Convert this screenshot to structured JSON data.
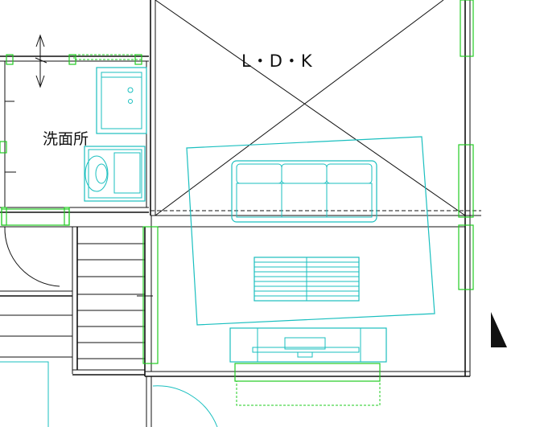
{
  "rooms": {
    "ldk": "L・D・K",
    "washroom": "洗面所"
  },
  "colors": {
    "wall": "#111111",
    "furniture": "#1abfbf",
    "opening": "#22cc22",
    "background": "#ffffff"
  },
  "icons": {
    "north_marker": "triangle",
    "stair_arrow": "double-arrow"
  }
}
